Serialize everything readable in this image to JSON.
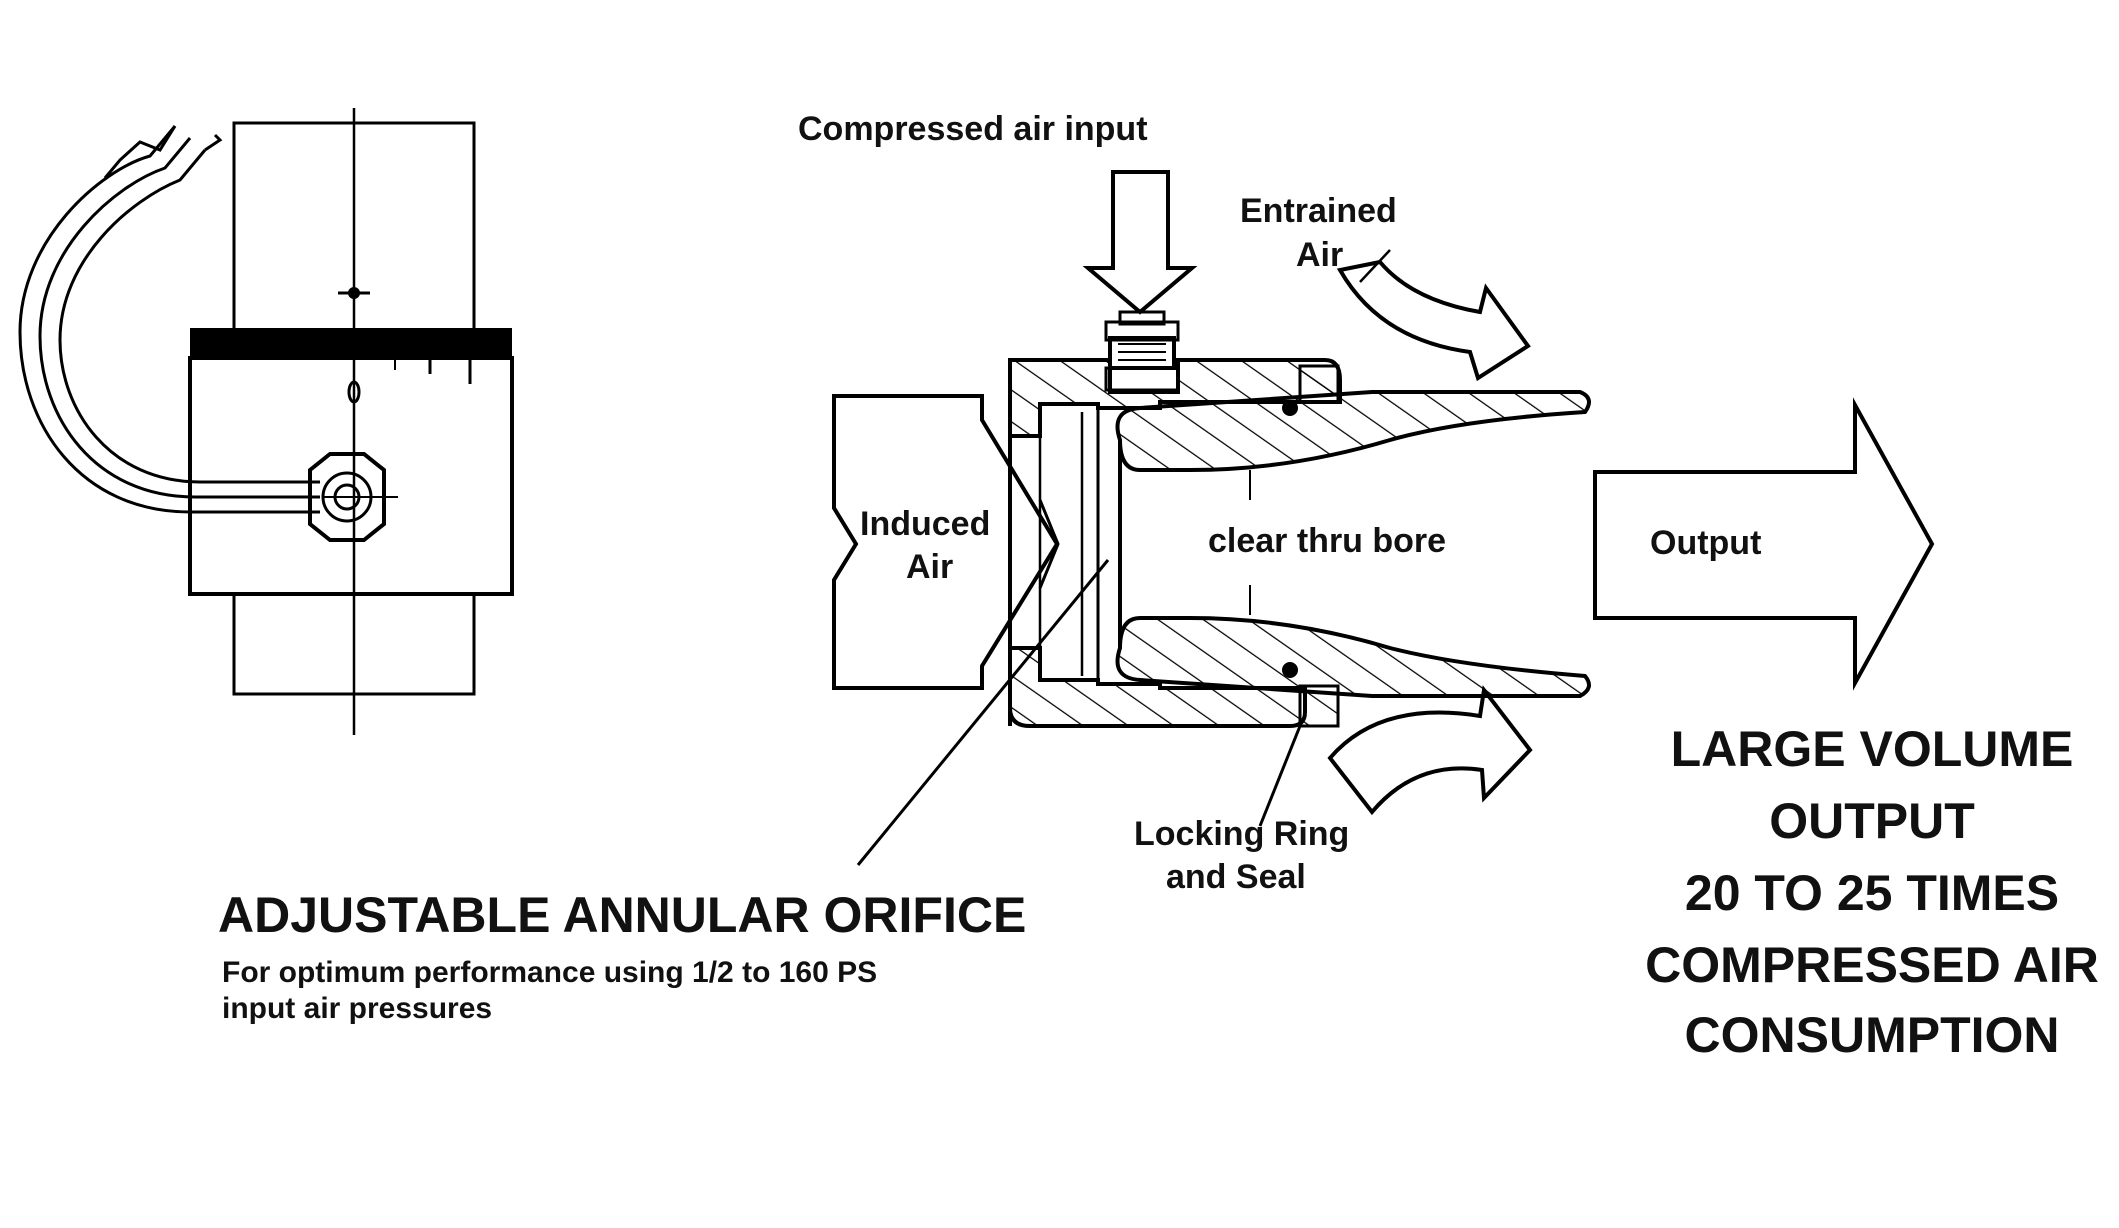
{
  "labels": {
    "compressed_air_input": "Compressed air input",
    "entrained_air_line1": "Entrained",
    "entrained_air_line2": "Air",
    "induced_air_line1": "Induced",
    "induced_air_line2": "Air",
    "clear_thru_bore": "clear thru bore",
    "output": "Output",
    "locking_ring_line1": "Locking Ring",
    "locking_ring_line2": "and Seal"
  },
  "orifice": {
    "title": "ADJUSTABLE ANNULAR ORIFICE",
    "note_line1": "For optimum performance using 1/2 to 160 PS",
    "note_line2": "input air pressures"
  },
  "volume_note": {
    "line1": "LARGE VOLUME",
    "line2": "OUTPUT",
    "line3": "20 TO 25 TIMES",
    "line4": "COMPRESSED AIR",
    "line5": "CONSUMPTION"
  },
  "colors": {
    "ink": "#000000",
    "paper": "#ffffff"
  }
}
